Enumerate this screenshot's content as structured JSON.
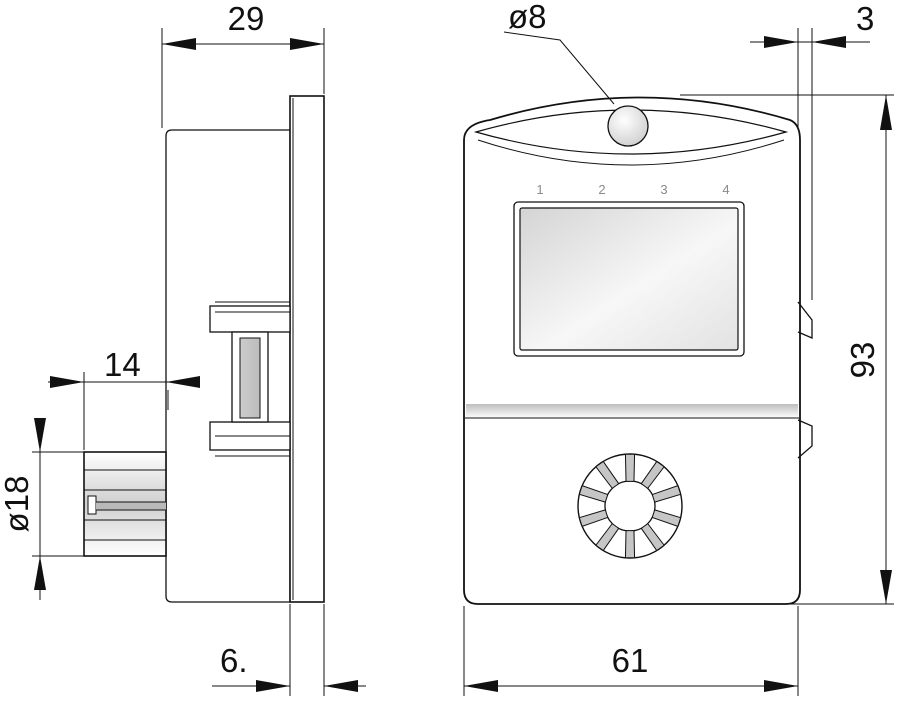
{
  "dimensions": {
    "side_depth": "29",
    "front_thickness": "6.",
    "knob_protrusion": "14",
    "knob_diameter": "ø18",
    "led_diameter": "ø8",
    "clip_offset": "3",
    "height": "93",
    "width": "61"
  },
  "display": {
    "segment_labels": [
      "1",
      "2",
      "3",
      "4"
    ]
  },
  "colors": {
    "line": "#111111",
    "body_fill": "#ffffff",
    "window_fill": "#d8d8d8",
    "band_fill": "#cfcfcf"
  }
}
